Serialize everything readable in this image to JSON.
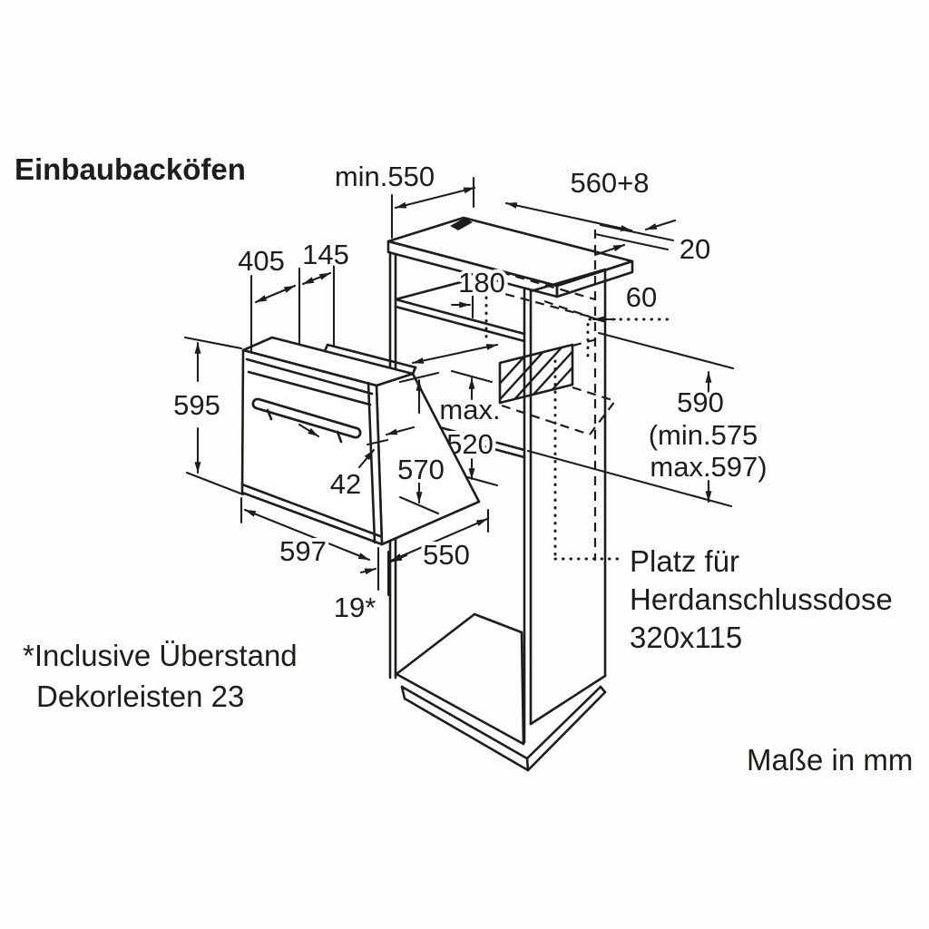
{
  "document": {
    "type": "installation-dimension-diagram",
    "language": "de"
  },
  "colors": {
    "ink": "#1d1d1b",
    "background": "#fdfdfd"
  },
  "title": "Einbaubacköfen",
  "units_note": "Maße in mm",
  "footnote": {
    "line1": "*Inclusive Überstand",
    "line2": "Dekorleisten 23"
  },
  "connection_note": {
    "line1": "Platz für",
    "line2": "Herdanschlussdose",
    "line3": "320x115"
  },
  "dimensions": {
    "niche_depth_min": "min.550",
    "niche_width": "560+8",
    "side_panel_thickness": "20",
    "oven_top_segment_front": "405",
    "oven_top_segment_back": "145",
    "top_compartment_height": "180",
    "rear_clearance": "60",
    "appliance_depth_max_line1": "max.",
    "appliance_depth_max_line2": "520",
    "niche_height": "590",
    "niche_height_min": "(min.575",
    "niche_height_max": "max.597)",
    "oven_front_height": "595",
    "door_assembly_depth": "42",
    "oven_body_height": "570",
    "oven_front_width": "597",
    "oven_body_depth": "550",
    "door_overhang": "19*"
  }
}
